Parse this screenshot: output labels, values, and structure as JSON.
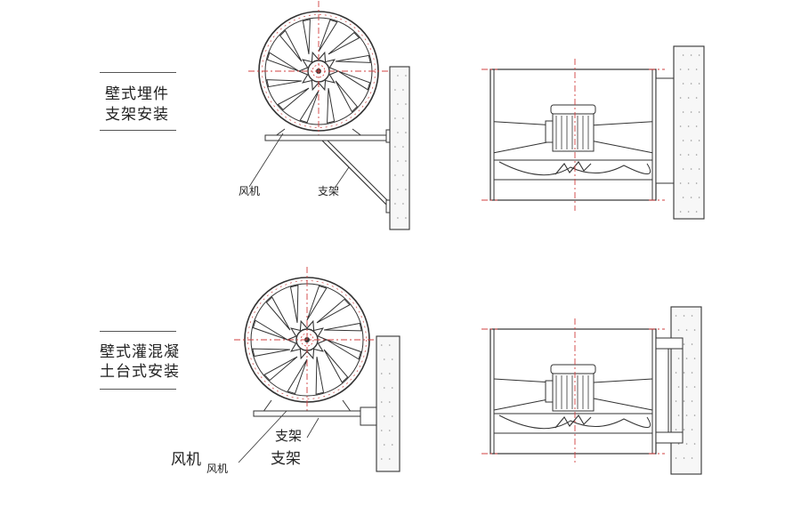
{
  "section1": {
    "title_line1": "壁式埋件",
    "title_line2": "支架安装",
    "label_fan": "风机",
    "label_bracket": "支架"
  },
  "section2": {
    "title_line1": "壁式灌混凝",
    "title_line2": "土台式安装",
    "label_bracket_small": "支架",
    "label_fan_large": "风机",
    "label_fan_sub": "风机",
    "label_bracket_large": "支架"
  },
  "colors": {
    "line": "#333333",
    "centerline": "#d04040",
    "wall_fill": "#f7f7f7"
  }
}
